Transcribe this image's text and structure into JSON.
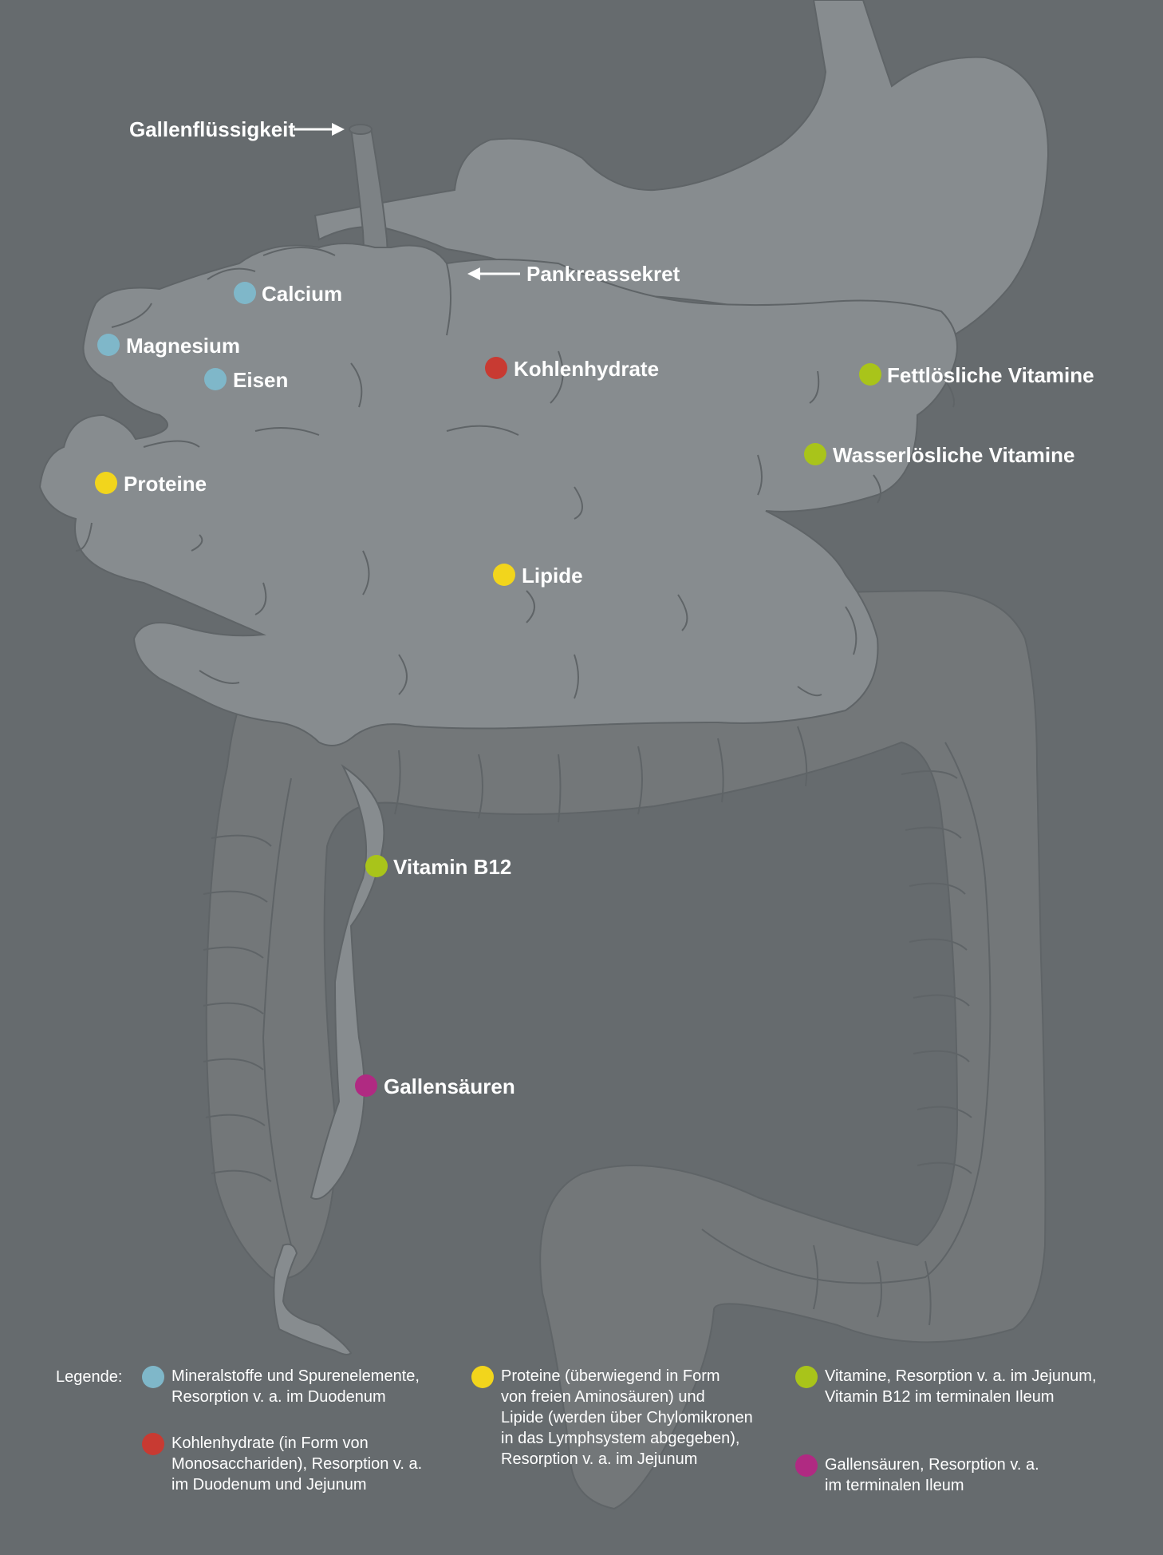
{
  "colors": {
    "background": "#666b6e",
    "organ": "#878c8f",
    "organ_dark": "#7b8083",
    "outline": "#5f6467",
    "mineral": "#7fb7c9",
    "carb": "#c83a32",
    "protein_lipid": "#f2d51c",
    "vitamin": "#a9c41a",
    "bile_acid": "#b02a82"
  },
  "labels": {
    "gallenfluessigkeit": "Gallenflüssigkeit",
    "pankreassekret": "Pankreassekret",
    "calcium": "Calcium",
    "magnesium": "Magnesium",
    "eisen": "Eisen",
    "kohlenhydrate": "Kohlenhydrate",
    "fettloesliche": "Fettlösliche Vitamine",
    "wasserloesliche": "Wasserlösliche Vitamine",
    "proteine": "Proteine",
    "lipide": "Lipide",
    "vitamin_b12": "Vitamin B12",
    "gallensaeuren": "Gallensäuren"
  },
  "legend": {
    "title": "Legende:",
    "mineral": "Mineralstoffe und Spurenelemente,\nResorption v. a. im Duodenum",
    "carb": "Kohlenhydrate (in Form von\nMonosacchariden), Resorption v. a.\nim Duodenum und Jejunum",
    "protein": "Proteine (überwiegend in Form\nvon freien Aminosäuren) und\nLipide (werden über Chylomikronen\nin das Lymphsystem abgegeben),\nResorption v. a. im Jejunum",
    "vitamin": "Vitamine, Resorption v. a. im Jejunum,\nVitamin B12 im terminalen Ileum",
    "bile": "Gallensäuren, Resorption v. a.\nim terminalen Ileum"
  }
}
